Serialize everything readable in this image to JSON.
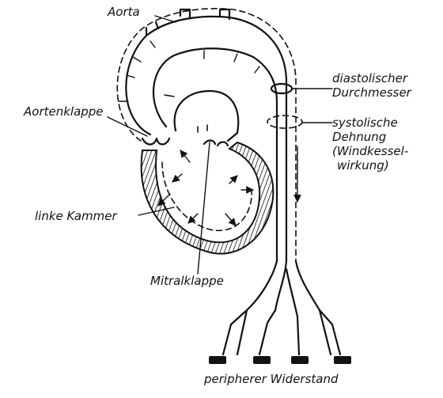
{
  "labels": {
    "aorta": "Aorta",
    "diastolic_1": "diastolischer",
    "diastolic_2": "Durchmesser",
    "systolic_1": "systolische",
    "systolic_2": "Dehnung",
    "systolic_3": "(Windkessel-",
    "systolic_4": "wirkung)",
    "aortic_valve": "Aortenklappe",
    "left_ventricle": "linke Kammer",
    "mitral_valve": "Mitralklappe",
    "peripheral_resistance": "peripherer Widerstand"
  },
  "colors": {
    "ink": "#111111",
    "paper": "#ffffff"
  }
}
